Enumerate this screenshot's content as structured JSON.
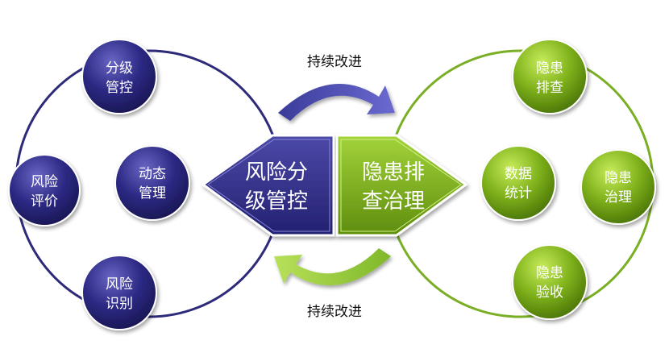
{
  "colors": {
    "navy": "#2d2a7a",
    "navy_light": "#5b58b3",
    "green": "#6f9a12",
    "green_light": "#b6dc3c",
    "arrow_blue": "#4b4ba8",
    "arrow_green": "#8cc63f"
  },
  "center": {
    "left_block": {
      "line1": "风险分",
      "line2": "级管控"
    },
    "right_block": {
      "line1": "隐患排",
      "line2": "查治理"
    }
  },
  "cycle": {
    "top_label": "持续改进",
    "bottom_label": "持续改进"
  },
  "left_cluster": {
    "top": {
      "line1": "分级",
      "line2": "管控"
    },
    "left": {
      "line1": "风险",
      "line2": "评价"
    },
    "inner": {
      "line1": "动态",
      "line2": "管理"
    },
    "bottom": {
      "line1": "风险",
      "line2": "识别"
    }
  },
  "right_cluster": {
    "top": {
      "line1": "隐患",
      "line2": "排查"
    },
    "inner": {
      "line1": "数据",
      "line2": "统计"
    },
    "right": {
      "line1": "隐患",
      "line2": "治理"
    },
    "bottom": {
      "line1": "隐患",
      "line2": "验收"
    }
  }
}
